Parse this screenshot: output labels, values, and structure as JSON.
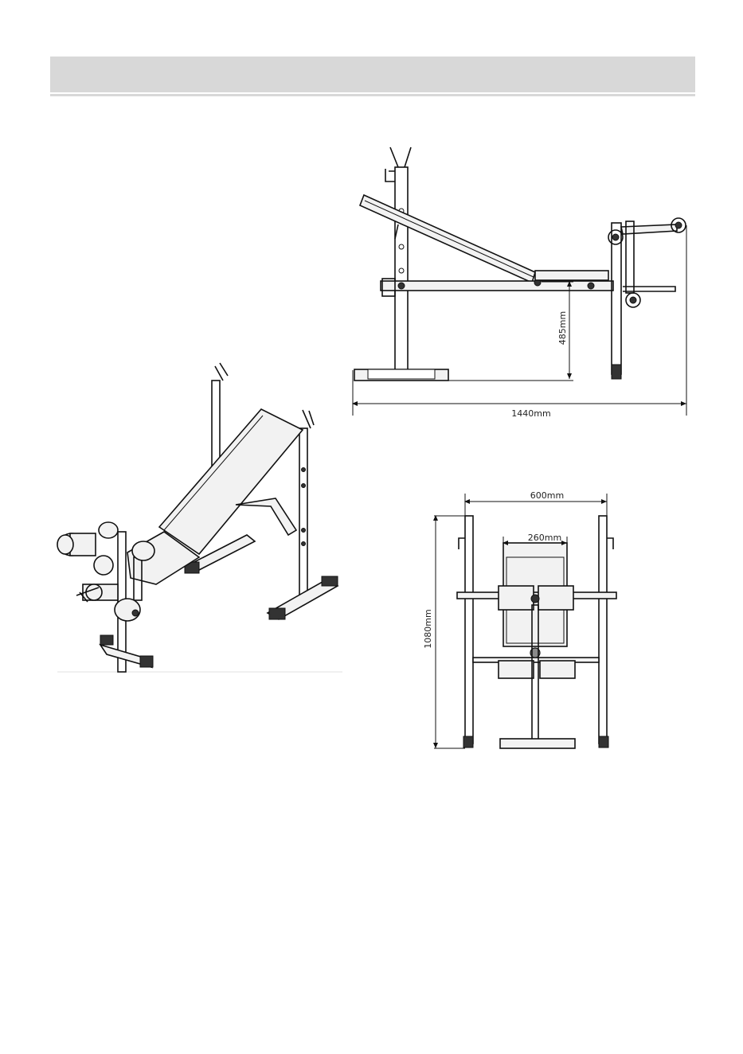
{
  "header": {
    "title": ""
  },
  "dimensions": {
    "side_seat_height": "485mm",
    "side_total_length": "1440mm",
    "top_width": "600mm",
    "top_seat_width": "260mm",
    "top_length": "1080mm"
  },
  "colors": {
    "line": "#111111",
    "header": "#d8d8d8",
    "pad": "#f2f2f2"
  }
}
